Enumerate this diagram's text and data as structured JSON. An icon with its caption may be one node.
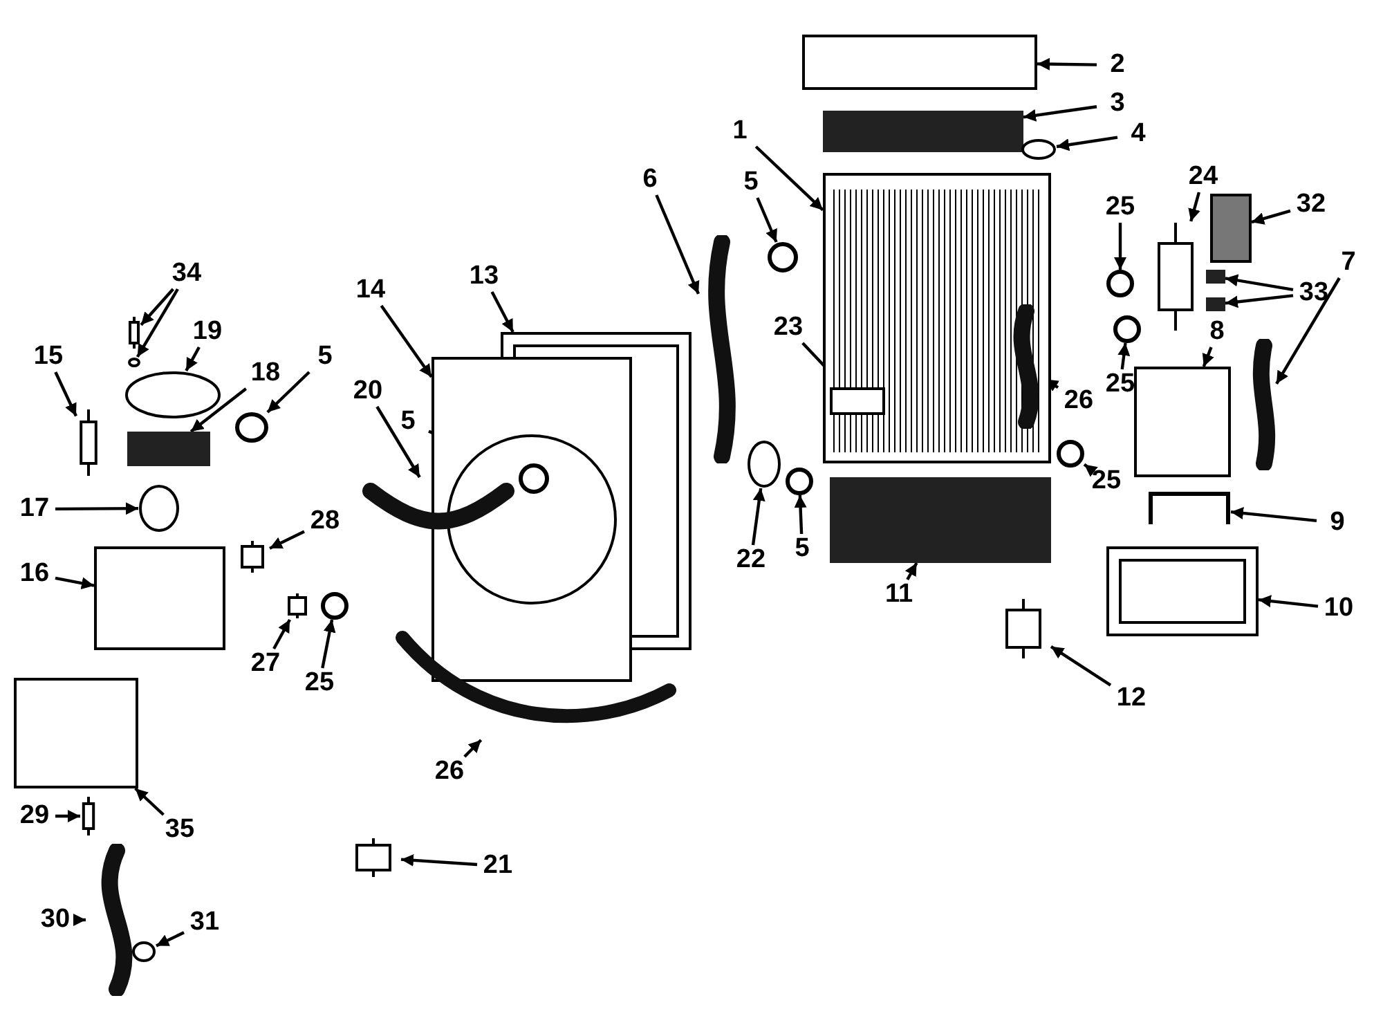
{
  "diagram": {
    "nodes": [
      {
        "text": [
          "1"
        ]
      },
      {
        "text": [],
        "shape": "picture"
      },
      {
        "text": [
          "2"
        ]
      },
      {
        "text": [],
        "shape": "box"
      },
      {
        "text": [
          "3"
        ]
      },
      {
        "text": [],
        "shape": "bar"
      },
      {
        "text": [
          "4"
        ]
      },
      {
        "text": [],
        "shape": "circle"
      },
      {
        "text": [
          "5"
        ]
      },
      {
        "text": [],
        "shape": "circle"
      },
      {
        "text": [
          "6"
        ]
      },
      {
        "text": [],
        "shape": "picture"
      },
      {
        "text": [
          "7"
        ]
      },
      {
        "text": [],
        "shape": "picture"
      },
      {
        "text": [
          "8"
        ]
      },
      {
        "text": [],
        "shape": "box"
      },
      {
        "text": [
          "9"
        ]
      },
      {
        "text": [],
        "shape": "picture"
      },
      {
        "text": [
          "10"
        ]
      },
      {
        "text": [],
        "shape": "picture"
      },
      {
        "text": [
          "11"
        ]
      },
      {
        "text": [],
        "shape": "bar"
      },
      {
        "text": [
          "12"
        ]
      },
      {
        "text": [],
        "shape": "picture"
      },
      {
        "text": [
          "13"
        ]
      },
      {
        "text": [],
        "shape": "picture"
      },
      {
        "text": [
          "14"
        ]
      },
      {
        "text": [],
        "shape": "picture"
      },
      {
        "text": [
          "15"
        ]
      },
      {
        "text": [],
        "shape": "picture"
      },
      {
        "text": [
          "16"
        ]
      },
      {
        "text": [],
        "shape": "box"
      },
      {
        "text": [
          "17"
        ]
      },
      {
        "text": [],
        "shape": "circle"
      },
      {
        "text": [
          "18"
        ]
      },
      {
        "text": [],
        "shape": "bar"
      },
      {
        "text": [
          "19"
        ]
      },
      {
        "text": [],
        "shape": "circle"
      },
      {
        "text": [
          "20"
        ]
      },
      {
        "text": [],
        "shape": "picture"
      },
      {
        "text": [
          "21"
        ]
      },
      {
        "text": [],
        "shape": "picture"
      },
      {
        "text": [
          "22"
        ]
      },
      {
        "text": [],
        "shape": "circle"
      },
      {
        "text": [
          "23"
        ]
      },
      {
        "text": [],
        "shape": "box",
        "in": 1
      },
      {
        "text": [
          "24"
        ]
      },
      {
        "text": [],
        "shape": "picture"
      },
      {
        "text": [
          "25"
        ]
      },
      {
        "text": [],
        "shape": "circle"
      },
      {
        "text": [
          "25"
        ]
      },
      {
        "text": [],
        "shape": "circle"
      },
      {
        "text": [
          "25"
        ]
      },
      {
        "text": [],
        "shape": "circle"
      },
      {
        "text": [
          "25"
        ]
      },
      {
        "text": [],
        "shape": "circle"
      },
      {
        "text": [
          "26"
        ]
      },
      {
        "text": [],
        "shape": "picture"
      },
      {
        "text": [
          "26"
        ]
      },
      {
        "text": [],
        "shape": "picture",
        "in": 1
      },
      {
        "text": [
          "27"
        ]
      },
      {
        "text": [],
        "shape": "picture"
      },
      {
        "text": [
          "28"
        ]
      },
      {
        "text": [],
        "shape": "picture"
      },
      {
        "text": [
          "29"
        ]
      },
      {
        "text": [],
        "shape": "picture"
      },
      {
        "text": [
          "30"
        ]
      },
      {
        "text": [],
        "shape": "picture"
      },
      {
        "text": [
          "31"
        ]
      },
      {
        "text": [],
        "shape": "circle"
      },
      {
        "text": [
          "32"
        ]
      },
      {
        "text": [],
        "shape": "box"
      },
      {
        "text": [
          "33"
        ]
      },
      {
        "text": [],
        "shape": "bar"
      },
      {
        "text": [],
        "shape": "bar"
      },
      {
        "text": [
          "34"
        ]
      },
      {
        "text": [],
        "shape": "picture"
      },
      {
        "text": [],
        "shape": "circle"
      },
      {
        "text": [
          "35"
        ]
      },
      {
        "text": [],
        "shape": "box"
      },
      {
        "text": [
          "5"
        ]
      },
      {
        "text": [],
        "shape": "circle"
      },
      {
        "text": [
          "5"
        ]
      },
      {
        "text": [],
        "shape": "circle"
      },
      {
        "text": [
          "5"
        ]
      },
      {
        "text": [],
        "shape": "circle"
      }
    ],
    "edges": [
      {
        "from": 0,
        "to": 1,
        "arrow": "to"
      },
      {
        "from": 2,
        "to": 3,
        "arrow": "to"
      },
      {
        "from": 4,
        "to": 5,
        "arrow": "to"
      },
      {
        "from": 6,
        "to": 7,
        "arrow": "to"
      },
      {
        "from": 8,
        "to": 9,
        "arrow": "to"
      },
      {
        "from": 10,
        "to": 11,
        "arrow": "to"
      },
      {
        "from": 12,
        "to": 13,
        "arrow": "to"
      },
      {
        "from": 14,
        "to": 15,
        "arrow": "to"
      },
      {
        "from": 16,
        "to": 17,
        "arrow": "to"
      },
      {
        "from": 18,
        "to": 19,
        "arrow": "to"
      },
      {
        "from": 20,
        "to": 21,
        "arrow": "to"
      },
      {
        "from": 22,
        "to": 23,
        "arrow": "to"
      },
      {
        "from": 24,
        "to": 25,
        "arrow": "to"
      },
      {
        "from": 26,
        "to": 27,
        "arrow": "to"
      },
      {
        "from": 28,
        "to": 29,
        "arrow": "to"
      },
      {
        "from": 30,
        "to": 31,
        "arrow": "to"
      },
      {
        "from": 32,
        "to": 33,
        "arrow": "to"
      },
      {
        "from": 34,
        "to": 35,
        "arrow": "to"
      },
      {
        "from": 36,
        "to": 37,
        "arrow": "to"
      },
      {
        "from": 38,
        "to": 39,
        "arrow": "to"
      },
      {
        "from": 40,
        "to": 41,
        "arrow": "to"
      },
      {
        "from": 42,
        "to": 43,
        "arrow": "to"
      },
      {
        "from": 44,
        "to": 45,
        "arrow": "to"
      },
      {
        "from": 46,
        "to": 47,
        "arrow": "to"
      },
      {
        "from": 48,
        "to": 49,
        "arrow": "to"
      },
      {
        "from": 50,
        "to": 51,
        "arrow": "to"
      },
      {
        "from": 52,
        "to": 53,
        "arrow": "to"
      },
      {
        "from": 54,
        "to": 55,
        "arrow": "to"
      },
      {
        "from": 56,
        "to": 57,
        "arrow": "to"
      },
      {
        "from": 58,
        "to": 59,
        "arrow": "to"
      },
      {
        "from": 60,
        "to": 61,
        "arrow": "to"
      },
      {
        "from": 62,
        "to": 63,
        "arrow": "to"
      },
      {
        "from": 64,
        "to": 65,
        "arrow": "to"
      },
      {
        "from": 66,
        "to": 67,
        "arrow": "to"
      },
      {
        "from": 68,
        "to": 69,
        "arrow": "to"
      },
      {
        "from": 70,
        "to": 71,
        "arrow": "to"
      },
      {
        "from": 72,
        "to": 73,
        "arrow": "to"
      },
      {
        "from": 72,
        "to": 74,
        "arrow": "to"
      },
      {
        "from": 75,
        "to": 76,
        "arrow": "to"
      },
      {
        "from": 75,
        "to": 77,
        "arrow": "to"
      },
      {
        "from": 78,
        "to": 79,
        "arrow": "to"
      },
      {
        "from": 80,
        "to": 81,
        "arrow": "to"
      },
      {
        "from": 82,
        "to": 83,
        "arrow": "to"
      },
      {
        "from": 84,
        "to": 85,
        "arrow": "to"
      }
    ]
  }
}
